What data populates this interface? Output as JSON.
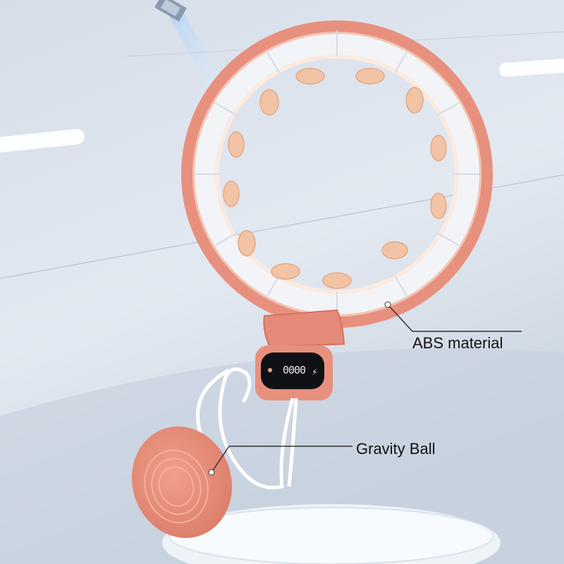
{
  "callouts": {
    "abs": "ABS material",
    "gravity_ball": "Gravity Ball"
  },
  "display": {
    "digits": "0000"
  },
  "colors": {
    "hoop": "#e8907e",
    "ball": "#e58a78",
    "background": "#d9e2ec",
    "screen": "#0f1114"
  }
}
